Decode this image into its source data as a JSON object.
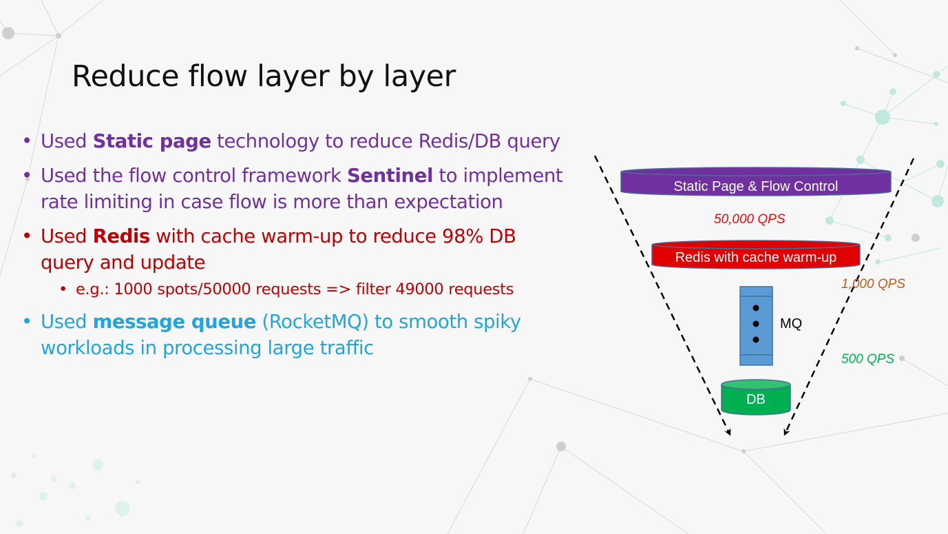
{
  "slide": {
    "title": "Reduce flow layer by layer"
  },
  "bullets": [
    {
      "color": "#7030a0",
      "parts": [
        "Used ",
        "Static page",
        " technology to reduce Redis/DB query"
      ]
    },
    {
      "color": "#7030a0",
      "parts": [
        "Used the flow control framework ",
        "Sentinel",
        " to implement rate limiting in case flow is more than expectation"
      ]
    },
    {
      "color": "#c00000",
      "parts": [
        "Used ",
        "Redis",
        " with cache warm-up to reduce 98% DB query and update"
      ],
      "sub": "e.g.: 1000 spots/50000 requests => filter 49000 requests"
    },
    {
      "color": "#1fa6e0",
      "parts": [
        "Used ",
        "message queue",
        " (RocketMQ) to smooth spiky workloads in processing large traffic"
      ]
    }
  ],
  "diagram": {
    "layers": {
      "static": {
        "label": "Static Page & Flow Control",
        "fill": "#7030a0"
      },
      "redis": {
        "label": "Redis with cache warm-up",
        "fill": "#e00000"
      },
      "mq": {
        "label": "MQ",
        "fill": "#5b9bd5"
      },
      "db": {
        "label": "DB",
        "fill": "#00b050"
      }
    },
    "qps": {
      "first": {
        "text": "50,000 QPS",
        "color": "#ff0000"
      },
      "second": {
        "text": "1,000 QPS",
        "color": "#c55a11"
      },
      "third": {
        "text": "500 QPS",
        "color": "#00b050"
      }
    }
  }
}
